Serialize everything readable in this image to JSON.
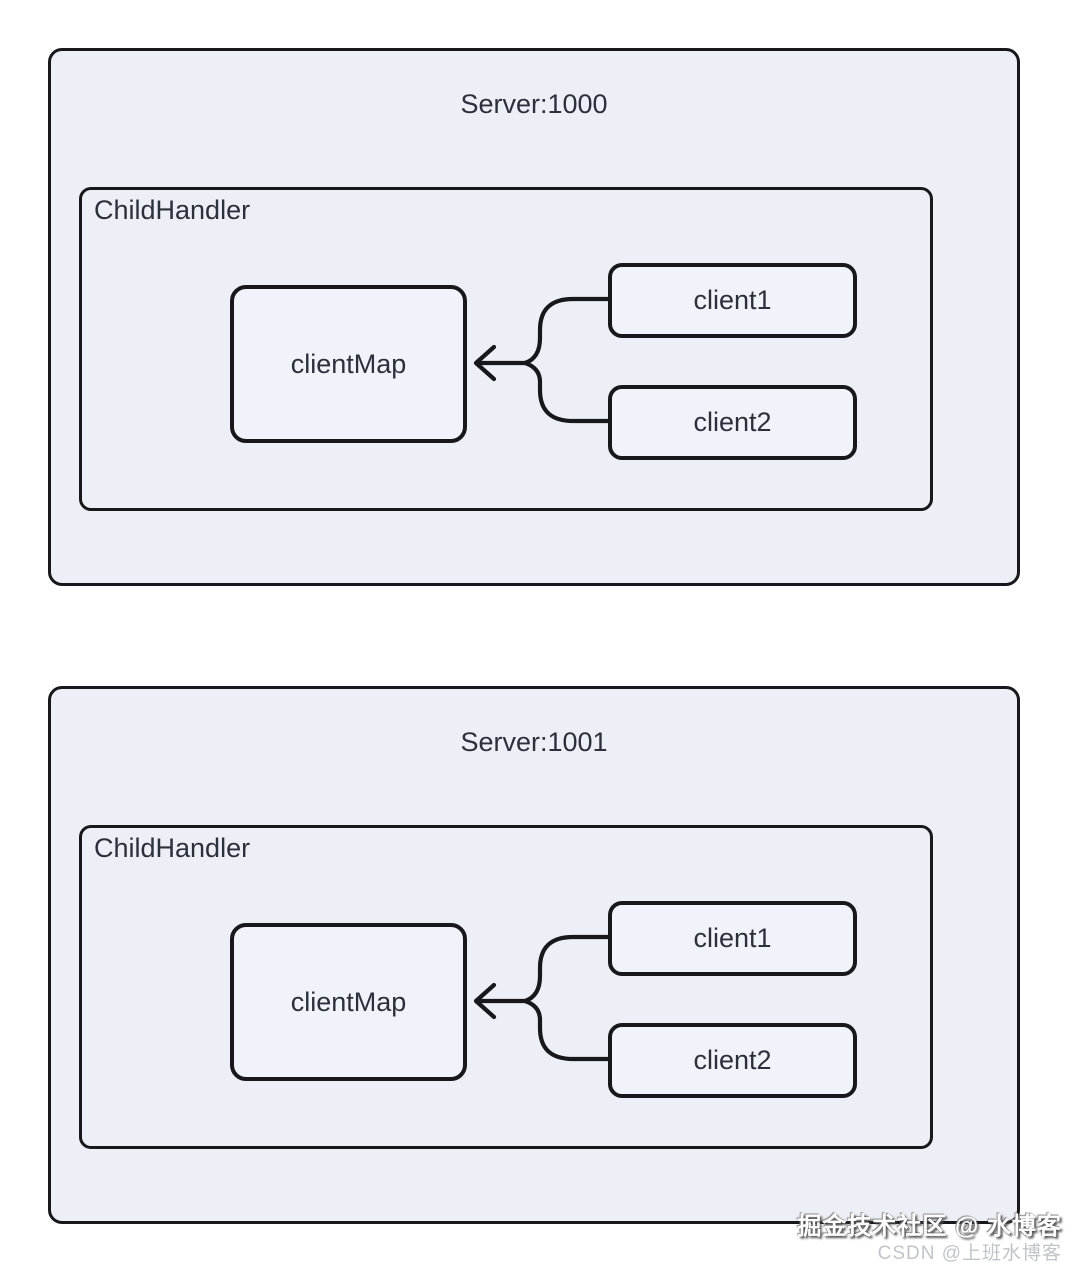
{
  "servers": [
    {
      "title": "Server:1000",
      "handler_label": "ChildHandler",
      "map_label": "clientMap",
      "clients": [
        "client1",
        "client2"
      ]
    },
    {
      "title": "Server:1001",
      "handler_label": "ChildHandler",
      "map_label": "clientMap",
      "clients": [
        "client1",
        "client2"
      ]
    }
  ],
  "watermark": {
    "juejin": "掘金技术社区 @ 水博客",
    "csdn": "CSDN @上班水博客"
  },
  "colors": {
    "page_bg": "#ffffff",
    "box_fill": "#edeff6",
    "node_fill": "#f0f3f9",
    "border": "#17181c",
    "text": "#2b303b",
    "watermark_gray": "#c2c4ca"
  }
}
